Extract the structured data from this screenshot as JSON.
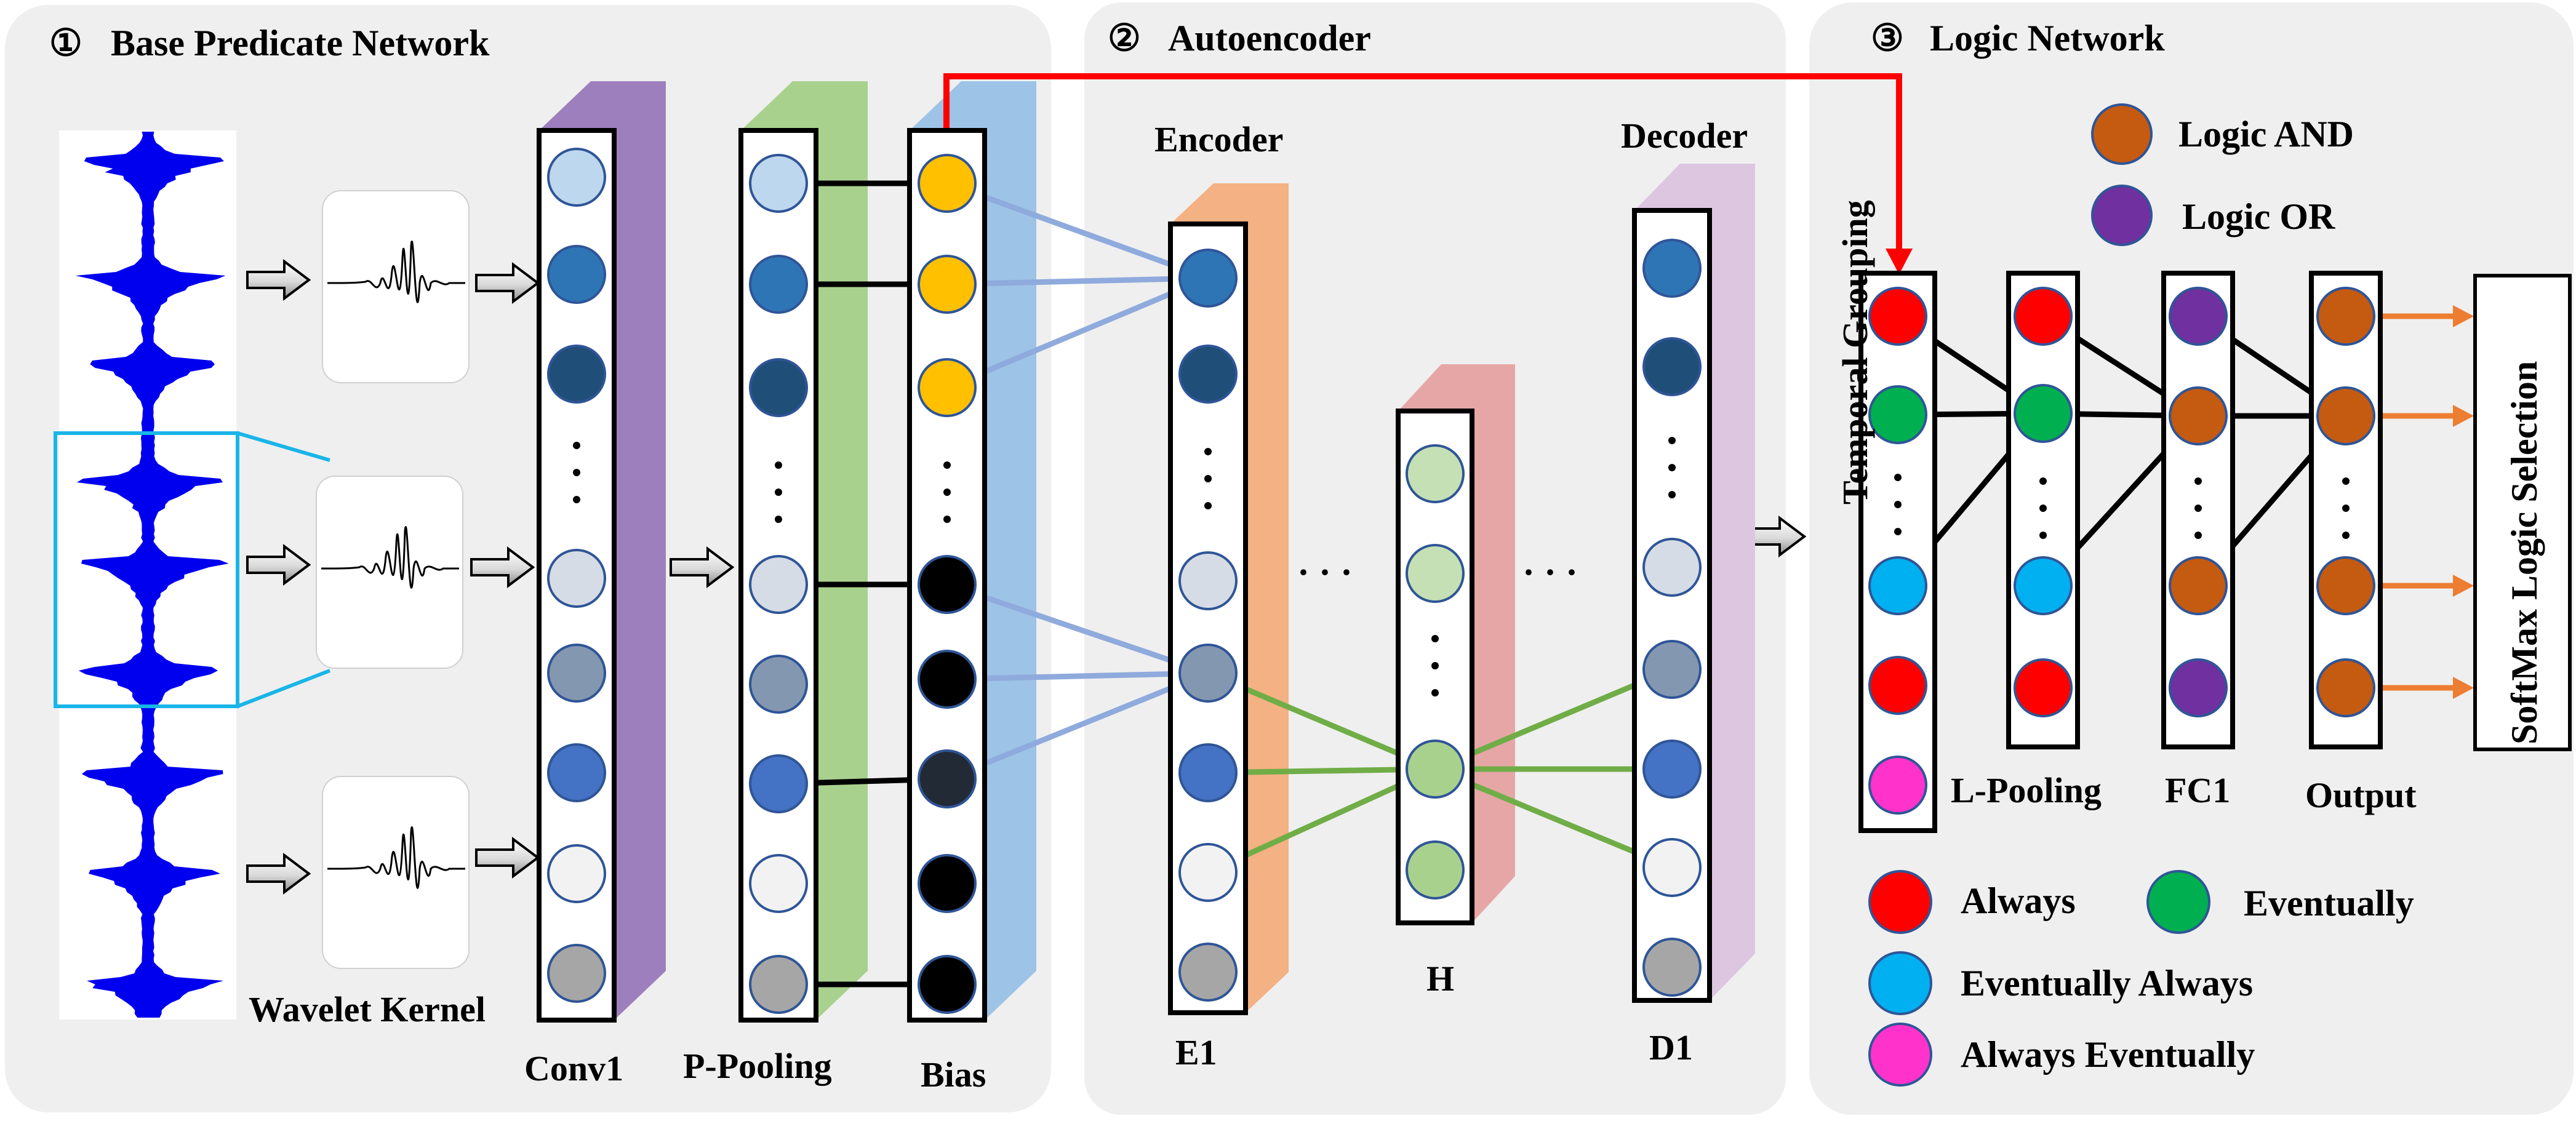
{
  "panels": [
    {
      "number": "①",
      "title": "Base Predicate Network"
    },
    {
      "number": "②",
      "title": "Autoencoder"
    },
    {
      "number": "③",
      "title": "Logic Network"
    }
  ],
  "labels": {
    "wavelet_kernel": "Wavelet Kernel",
    "conv1": "Conv1",
    "p_pooling": "P-Pooling",
    "bias": "Bias",
    "encoder": "Encoder",
    "decoder": "Decoder",
    "e1": "E1",
    "h": "H",
    "d1": "D1",
    "temporal_grouping": "Temporal Grouping",
    "l_pooling": "L-Pooling",
    "fc1": "FC1",
    "output": "Output",
    "softmax": "SoftMax Logic Selection"
  },
  "legend_top": [
    {
      "label": "Logic AND",
      "color": "#c55a11"
    },
    {
      "label": "Logic OR",
      "color": "#7030a0"
    }
  ],
  "legend_bottom": [
    {
      "label": "Always",
      "color": "#ff0000"
    },
    {
      "label": "Eventually",
      "color": "#00b050"
    },
    {
      "label": "Eventually Always",
      "color": "#00b0f0"
    },
    {
      "label": "Always Eventually",
      "color": "#ff33cc"
    }
  ],
  "ellipsis": "· · ·",
  "colors": {
    "panel_bg": "#efefef",
    "signal": "#0000ee",
    "highlight_box": "#19b5e8",
    "red_arrow": "#ff0000",
    "orange_arrow": "#ed7d31",
    "blue_link": "#8faadc",
    "green_link": "#70ad47",
    "conv1_slab": "#9e7fbd",
    "ppool_slab": "#a9d18e",
    "bias_slab": "#9dc3e6",
    "e1_slab": "#f4b183",
    "h_slab": "#e6a6a6",
    "d1_slab": "#dcc6e0"
  }
}
